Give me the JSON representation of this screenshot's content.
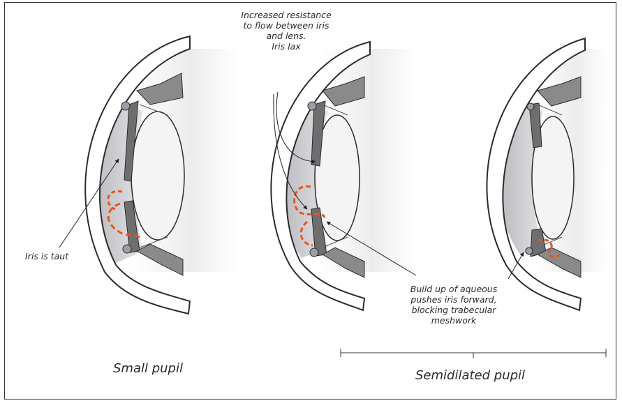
{
  "labels": {
    "increased_resistance": [
      "Increased resistance",
      "to flow between iris",
      "and lens.",
      "Iris lax"
    ],
    "iris_taut": "Iris is taut",
    "build_up": [
      "Build up of aqueous",
      "pushes iris forward,",
      "blocking trabecular",
      "meshwork"
    ]
  },
  "captions": {
    "small_pupil": "Small pupil",
    "semidilated_pupil": "Semidilated pupil"
  },
  "colors": {
    "cornea_fill": "#ffffff",
    "outline": "#2b2b2b",
    "chamber_gray": "#c9c9cc",
    "iris": "#6e6e6e",
    "lens": "#f4f4f4",
    "flow_orange": "#e8551b",
    "shade": "#ececec"
  }
}
